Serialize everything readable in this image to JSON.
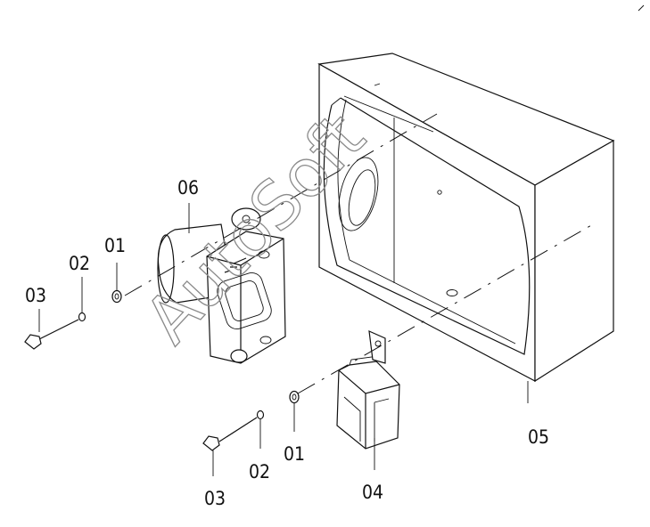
{
  "callouts": {
    "box_05": "05",
    "unit_06": "06",
    "relay_04": "04",
    "washer_01_upper": "01",
    "lockwasher_02_upper": "02",
    "screw_03_upper": "03",
    "washer_01_lower": "01",
    "lockwasher_02_lower": "02",
    "screw_03_lower": "03"
  },
  "watermark": "AutoSoft",
  "colors": {
    "ink": "#111111",
    "watermark": "#8a8a8a",
    "background": "#ffffff"
  }
}
